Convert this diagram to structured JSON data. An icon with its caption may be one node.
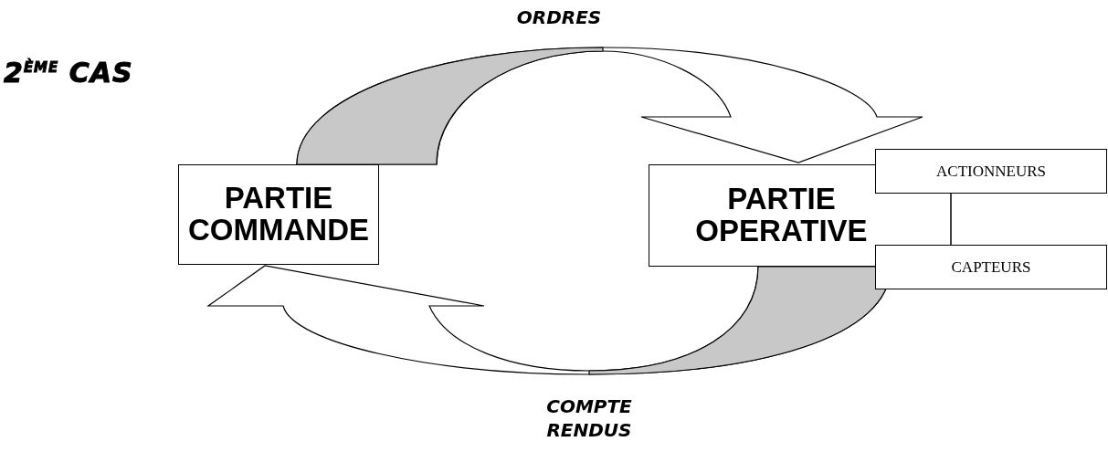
{
  "diagram": {
    "title": "2$^{ÈME}$ CAS",
    "nodes": [
      {
        "text": [
          "PARTIE COMMANDE"
        ]
      },
      {
        "text": [
          "PARTIE OPERATIVE"
        ]
      },
      {
        "text": [
          "ACTIONNEURS"
        ]
      },
      {
        "text": [
          "CAPTEURS"
        ]
      }
    ],
    "edges": [
      {
        "from": 0,
        "to": 1,
        "arrow": "to",
        "label": "ORDRES"
      },
      {
        "from": 1,
        "to": 0,
        "arrow": "to",
        "label": "COMPTE RENDUS"
      }
    ]
  }
}
